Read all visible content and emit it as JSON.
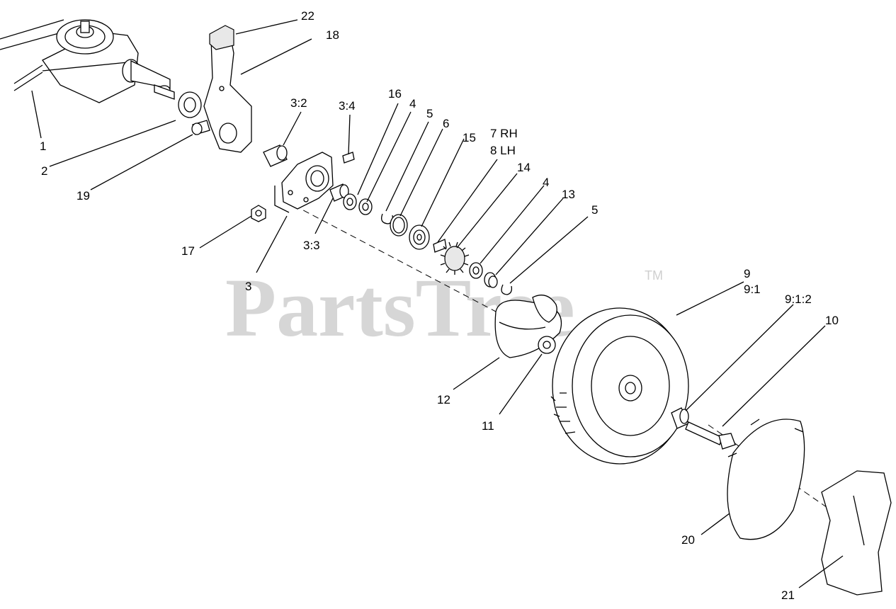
{
  "watermark": {
    "text": "PartsTree",
    "tm": "TM"
  },
  "callouts": {
    "c1": "1",
    "c2": "2",
    "c3": "3",
    "c3_2": "3:2",
    "c3_3": "3:3",
    "c3_4": "3:4",
    "c4a": "4",
    "c4b": "4",
    "c5a": "5",
    "c5b": "5",
    "c6": "6",
    "c7": "7 RH",
    "c8": "8 LH",
    "c9": "9",
    "c9_1": "9:1",
    "c9_1_2": "9:1:2",
    "c10": "10",
    "c11": "11",
    "c12": "12",
    "c13": "13",
    "c14": "14",
    "c15": "15",
    "c16": "16",
    "c17": "17",
    "c18": "18",
    "c19": "19",
    "c20": "20",
    "c21": "21",
    "c22": "22"
  }
}
